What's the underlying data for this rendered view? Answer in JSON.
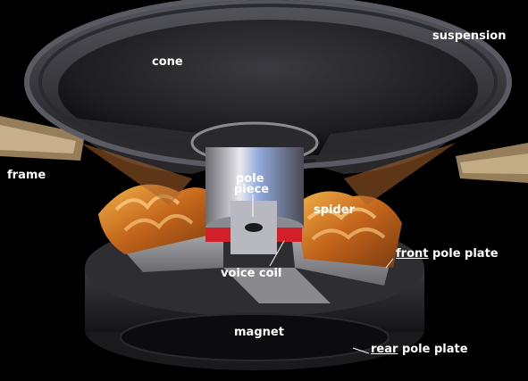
{
  "diagram": {
    "labels": {
      "suspension": "suspension",
      "cone": "cone",
      "frame": "frame",
      "pole_piece_line1": "pole",
      "pole_piece_line2": "piece",
      "spider": "spider",
      "voice_coil": "voice coil",
      "front_pole_plate_word": "front",
      "front_pole_plate_rest": " pole plate",
      "magnet": "magnet",
      "rear_pole_plate_word": "rear",
      "rear_pole_plate_rest": " pole plate"
    },
    "colors": {
      "background": "#000000",
      "cone": "#2a2a2e",
      "cone_edge": "#4a4a50",
      "spider_orange": "#e08a1e",
      "pole_plate_gray": "#9a9a9a",
      "voice_coil_red": "#d2202a",
      "frame_tan": "#c8a878",
      "label": "#ffffff"
    }
  }
}
